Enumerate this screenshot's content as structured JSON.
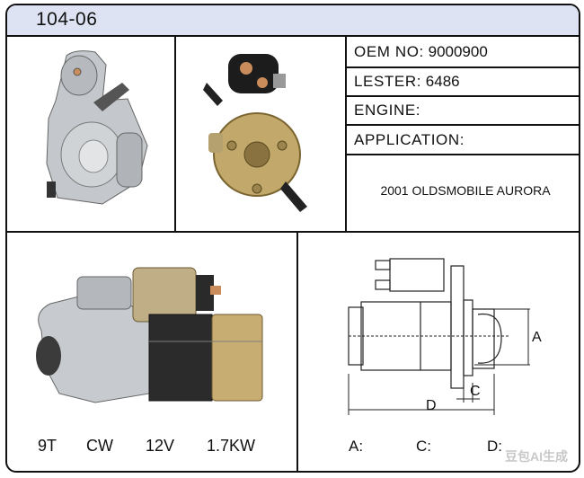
{
  "part_number": "104-06",
  "specs": {
    "oem_label": "OEM NO:",
    "oem_value": "9000900",
    "lester_label": "LESTER:",
    "lester_value": "6486",
    "engine_label": "ENGINE:",
    "application_label": "APPLICATION:",
    "application_value": "2001 OLDSMOBILE AURORA"
  },
  "ratings": {
    "teeth": "9T",
    "rotation": "CW",
    "voltage": "12V",
    "power": "1.7KW"
  },
  "dimensions": {
    "a_label": "A:",
    "c_label": "C:",
    "d_label": "D:"
  },
  "diagram": {
    "label_a": "A",
    "label_c": "C",
    "label_d": "D"
  },
  "watermark": "豆包AI生成",
  "colors": {
    "header_bg": "#dde3f3",
    "housing": "#c9cdd1",
    "solenoid": "#b8a98a",
    "armature": "#2b2b2b",
    "brass": "#c8ad72"
  }
}
